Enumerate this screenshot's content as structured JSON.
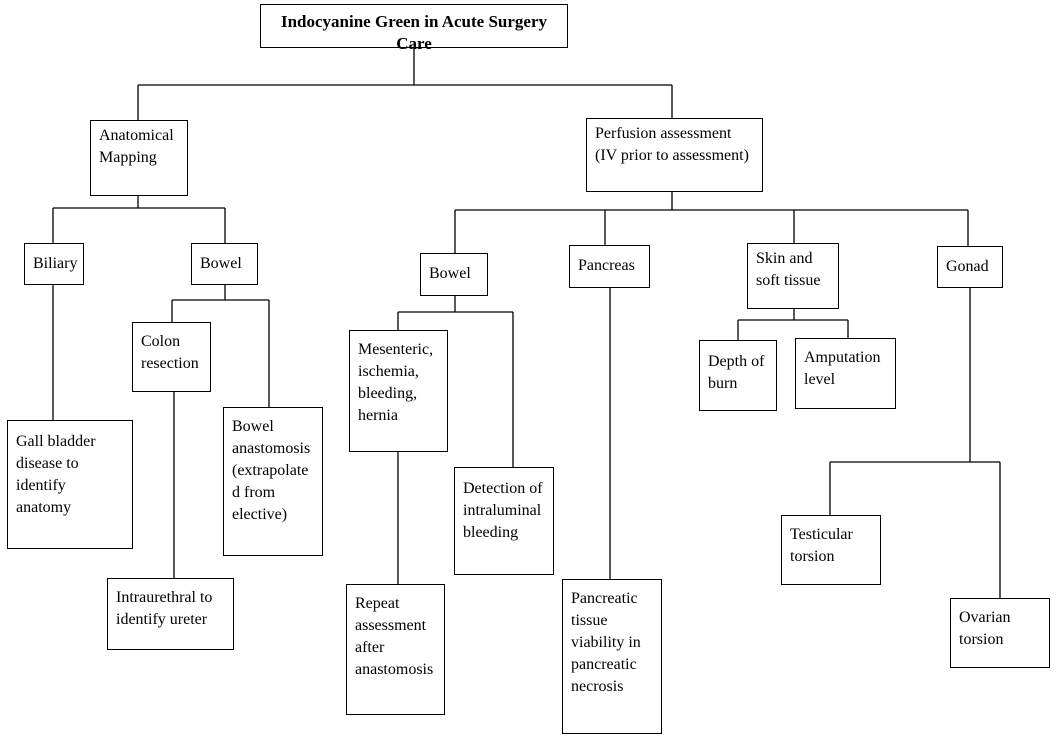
{
  "title": "Indocyanine Green in Acute Surgery Care",
  "nodes": {
    "anatomical_mapping": "Anatomical\nMapping",
    "perfusion_assessment": "Perfusion assessment\n(IV prior to assessment)",
    "biliary": "Biliary",
    "bowel_mapping": "Bowel",
    "bowel_perfusion": "Bowel",
    "pancreas": "Pancreas",
    "skin_soft_tissue": "Skin and\nsoft tissue",
    "gonad": "Gonad",
    "gall_bladder": "Gall bladder\ndisease to\nidentify\nanatomy",
    "colon_resection": "Colon\nresection",
    "bowel_anastomosis": "Bowel\nanastomosis\n(extrapolate\nd from\nelective)",
    "intraurethral": "Intraurethral to\nidentify ureter",
    "mesenteric": "Mesenteric,\nischemia,\nbleeding,\nhernia",
    "repeat_assessment": "Repeat\nassessment\nafter\nanastomosis",
    "intraluminal_bleeding": "Detection of\nintraluminal\nbleeding",
    "pancreatic_tissue": "Pancreatic\ntissue\nviability in\npancreatic\nnecrosis",
    "depth_of_burn": "Depth of\nburn",
    "amputation_level": "Amputation\nlevel",
    "testicular_torsion": "Testicular\ntorsion",
    "ovarian_torsion": "Ovarian\ntorsion"
  }
}
